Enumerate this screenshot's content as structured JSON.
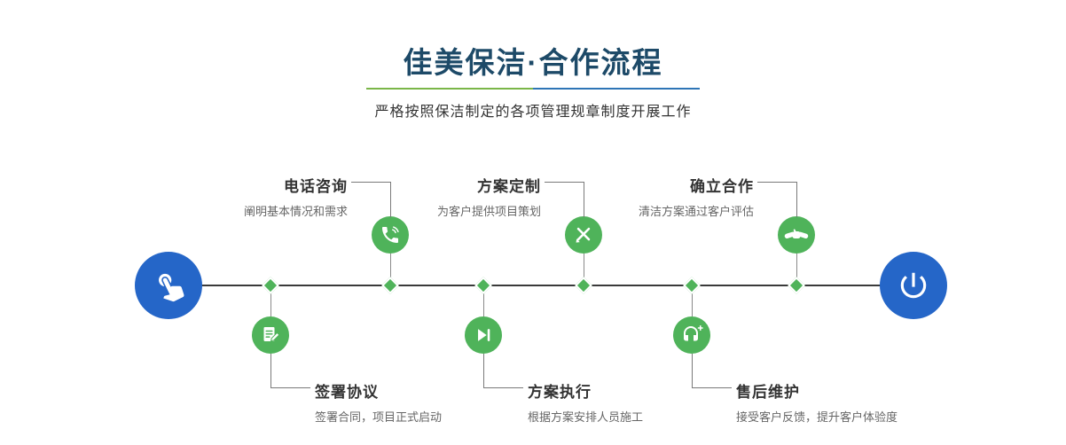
{
  "header": {
    "title": "佳美保洁·合作流程",
    "subtitle": "严格按照保洁制定的各项管理规章制度开展工作"
  },
  "colors": {
    "green": "#4fb35a",
    "blue": "#2566c8",
    "title_blue": "#1d4a68",
    "divider_green": "#7ab648",
    "divider_blue": "#2e75b6",
    "line": "#3a3a3a"
  },
  "timeline": {
    "start_icon": "hand-pointer-icon",
    "end_icon": "power-icon"
  },
  "steps_top": [
    {
      "label": "电话咨询",
      "desc": "阐明基本情况和需求",
      "icon": "phone-icon"
    },
    {
      "label": "方案定制",
      "desc": "为客户提供项目策划",
      "icon": "pencil-tools-icon"
    },
    {
      "label": "确立合作",
      "desc": "清洁方案通过客户评估",
      "icon": "handshake-icon"
    }
  ],
  "steps_bottom": [
    {
      "label": "签署协议",
      "desc": "签署合同，项目正式启动",
      "icon": "contract-pen-icon"
    },
    {
      "label": "方案执行",
      "desc": "根据方案安排人员施工",
      "icon": "play-next-icon"
    },
    {
      "label": "售后维护",
      "desc": "接受客户反馈，提升客户体验度",
      "icon": "headset-plus-icon"
    }
  ]
}
